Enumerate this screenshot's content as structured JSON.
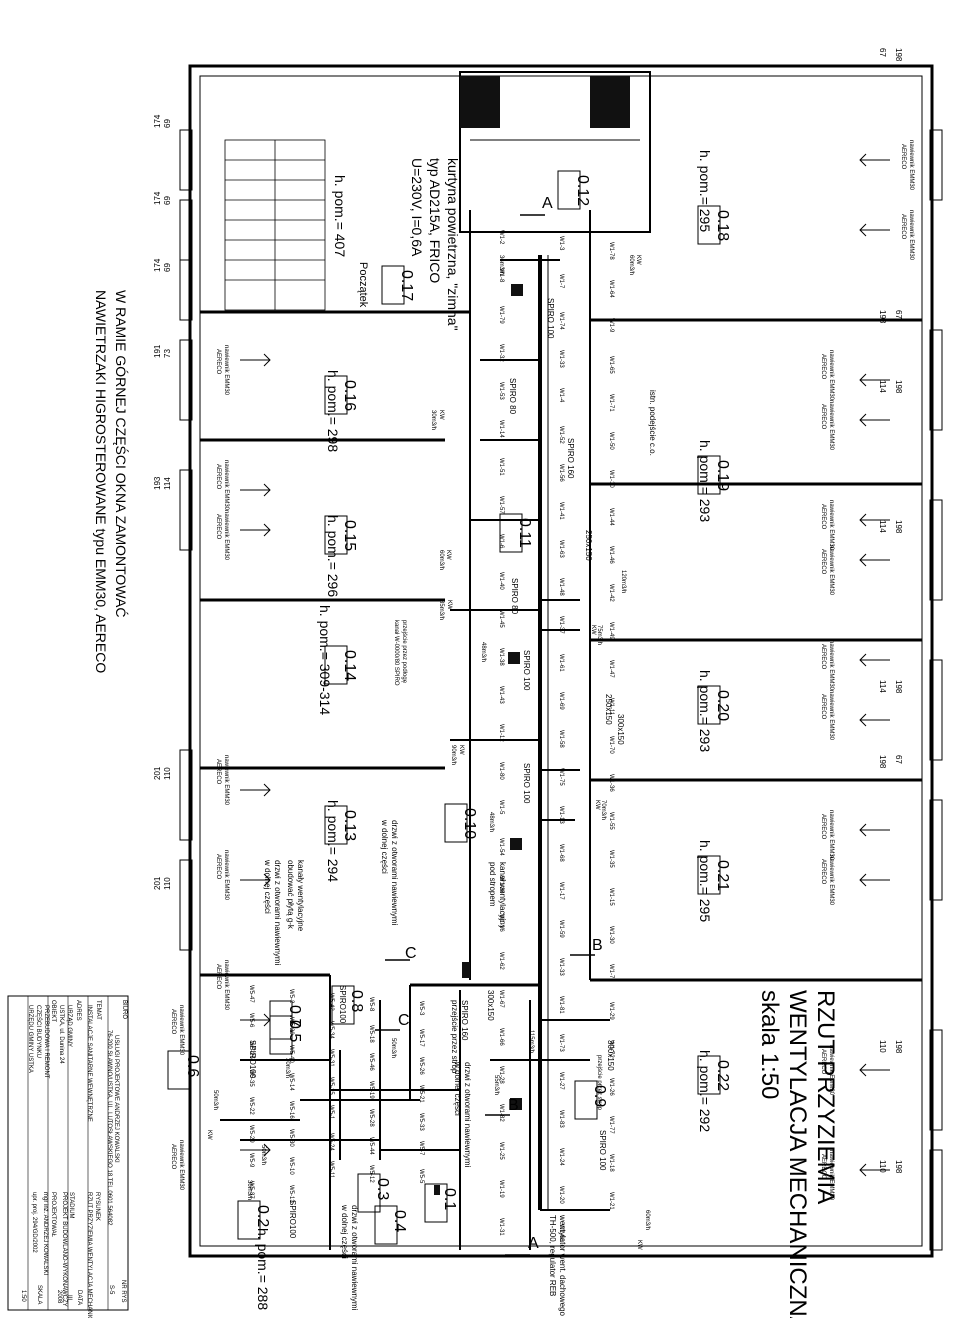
{
  "drawing": {
    "title_line1": "RZUT PRZYZIEMIA",
    "title_line2": "WENTYLACJA MECHANICZNA",
    "scale": "skala 1:50",
    "side_note_line1": "W RAMIE GÓRNEJ CZĘŚCI OKNA ZAMONTOWAĆ",
    "side_note_line2": "NAWIETRZAKI HIGROSTEROWANE typu EMM30, AERECO"
  },
  "rooms": [
    {
      "id": "0.18",
      "height": "h. pom.= 295"
    },
    {
      "id": "0.19",
      "height": "h. pom.= 293"
    },
    {
      "id": "0.20",
      "height": "h. pom.= 293"
    },
    {
      "id": "0.21",
      "height": "h. pom.= 295"
    },
    {
      "id": "0.22",
      "height": "h. pom.= 292"
    },
    {
      "id": "0.17",
      "height": "h. pom.= 407"
    },
    {
      "id": "0.16",
      "height": "h. pom.= 298"
    },
    {
      "id": "0.15",
      "height": "h. pom.= 296"
    },
    {
      "id": "0.14",
      "height": "h. pom.= 309-314"
    },
    {
      "id": "0.13",
      "height": "h. pom.= 294"
    },
    {
      "id": "0.12",
      "height": ""
    },
    {
      "id": "0.11",
      "height": ""
    },
    {
      "id": "0.10",
      "height": ""
    },
    {
      "id": "0.9",
      "height": ""
    },
    {
      "id": "0.8",
      "height": ""
    },
    {
      "id": "0.7",
      "height": ""
    },
    {
      "id": "0.6",
      "height": ""
    },
    {
      "id": "0.5",
      "height": ""
    },
    {
      "id": "0.4",
      "height": ""
    },
    {
      "id": "0.3",
      "height": ""
    },
    {
      "id": "0.2",
      "height": "h. pom.= 288"
    },
    {
      "id": "0.1",
      "height": ""
    }
  ],
  "window_dims_top": [
    "67",
    "198",
    "198",
    "67",
    "114",
    "198",
    "114",
    "198",
    "114",
    "198",
    "198",
    "67",
    "110",
    "198",
    "110",
    "198"
  ],
  "window_dims_bottom": [
    "69",
    "174",
    "69",
    "174",
    "69",
    "174",
    "73",
    "191",
    "114",
    "193",
    "110",
    "201",
    "110",
    "201"
  ],
  "vent_label": "nawiewnik EMM30",
  "vent_maker": "AERECO",
  "notes": {
    "curtain_1": "kurtyna powietrzna, \"zimna\"",
    "curtain_2": "typ AD215A, FRICO",
    "curtain_3": "U=230V, I=0,6A",
    "start": "Początek",
    "riser": "istn. podejście c.o.",
    "spiro_100": "SPIRO 100",
    "spiro_160": "SPIRO 160",
    "spiro_80": "SPIRO 80",
    "spiro_100b": "SPIRO100",
    "duct_250x150": "250x150",
    "duct_300x150": "300x150",
    "floor_pass_1": "przejście przez podłogę",
    "floor_pass_2": "kanał W-0000/80 SPIRO",
    "doors_1": "drzwi z otworami nawiewnymi",
    "doors_2": "w dolnej części",
    "duct_chan_1": "kanał wentylacyjny",
    "duct_chan_2": "pod stropem",
    "vent_chan_1": "kanały wentylacyjne",
    "vent_chan_2": "obudować płytą g-k",
    "ceiling_pass": "przejście przez strop",
    "fan_1": "wentylator went. dachowego",
    "fan_2": "TH-500, regulator REB",
    "kw": "KW",
    "flow_60": "60m3/h",
    "flow_36": "36m3/h",
    "flow_30": "30m3/h",
    "flow_120": "120m3/h",
    "flow_75": "75m3/h",
    "flow_85": "85m3/h",
    "flow_48": "48m3/h",
    "flow_90": "90m3/h",
    "flow_70": "70m3/h",
    "flow_115": "115m3/h",
    "flow_55": "55m3/h",
    "flow_50": "50m3/h"
  },
  "sections": [
    "A",
    "A",
    "B",
    "B",
    "C",
    "C"
  ],
  "fittings": [
    "W1-2",
    "W1-3",
    "W1-78",
    "W1-8",
    "W1-7",
    "W1-64",
    "W1-79",
    "W1-74",
    "W1-9",
    "W1-32",
    "W1-33",
    "W1-65",
    "W1-53",
    "W1-4",
    "W1-71",
    "W1-14",
    "W1-52",
    "W1-50",
    "W1-51",
    "W1-56",
    "W1-10",
    "W1-57",
    "W1-41",
    "W1-44",
    "W1-6",
    "W1-63",
    "W1-46",
    "W1-40",
    "W1-48",
    "W1-42",
    "W1-45",
    "W1-37",
    "W1-49",
    "W1-38",
    "W1-61",
    "W1-47",
    "W1-43",
    "W1-69",
    "W1-11",
    "W1-12",
    "W1-58",
    "W1-70",
    "W1-80",
    "W1-75",
    "W1-36",
    "W1-5",
    "W1-13",
    "W1-55",
    "W1-54",
    "W1-68",
    "W1-35",
    "W1-34",
    "W1-17",
    "W1-15",
    "W1-16",
    "W1-59",
    "W1-30",
    "W1-62",
    "W1-33",
    "W1-76",
    "W1-67",
    "W1-81",
    "W1-29",
    "W1-66",
    "W1-73",
    "W1-72",
    "W1-28",
    "W1-27",
    "W1-26",
    "W1-82",
    "W1-83",
    "W1-77",
    "W1-25",
    "W1-24",
    "W1-18",
    "W1-19",
    "W1-20",
    "W1-21",
    "W1-31",
    "W1-60",
    "W5-47",
    "W5-2",
    "W5-42",
    "W5-8",
    "W5-3",
    "W5-6",
    "W5-20",
    "W5-34",
    "W5-18",
    "W5-17",
    "W5-25",
    "W5-40",
    "W5-31",
    "W5-46",
    "W5-26",
    "W5-35",
    "W5-14",
    "W5-15",
    "W5-19",
    "W5-21",
    "W5-22",
    "W5-16",
    "W5-1",
    "W5-28",
    "W5-33",
    "W5-29",
    "W5-30",
    "W5-24",
    "W5-44",
    "W5-7",
    "W5-9",
    "W5-10",
    "W5-11",
    "W5-12",
    "W5-5",
    "W5-37",
    "W5-13"
  ],
  "title_block": {
    "office_label": "BIURO",
    "office_name": "USŁUGI PROJEKTOWE ANDRZEJ KOWALSKI",
    "office_addr": "76-200 SŁAWNO/USTKA, UL. LUTOSŁAWSKIEGO 18  TEL.0601 564082",
    "topic_label": "TEMAT",
    "topic": "INSTALACJE SANITARNE WEWNĘTRZNE",
    "drawing_label": "RYSUNEK",
    "drawing": "RZUT PRZYZIEMIA WENTYLACJA MECHANICZNA",
    "address_label": "ADRES",
    "address_1": "URZĄD GMINY",
    "address_2": "USTKA, ul. Dunina 24",
    "stage_label": "STADIUM",
    "stage": "PROJEKT BUDOWLANO-WYKONAWCZY",
    "object_label": "OBIEKT",
    "object_1": "PRZEBUDOWA I REMONT",
    "object_2": "CZĘŚCI BUDYNKU",
    "object_3": "URZĘDU GMINY USTKA",
    "designer_label": "PROJEKTOWAŁ",
    "designer": "mgr inż. ANDRZEJ KOWALSKI",
    "permit": "upr. proj. 294/GD/2002",
    "sheet_label": "NR RYS",
    "sheet": "S-5",
    "date_label": "DATA",
    "date_1": "III",
    "date_2": "2008",
    "scale_label": "SKALA",
    "scale": "1:50"
  }
}
